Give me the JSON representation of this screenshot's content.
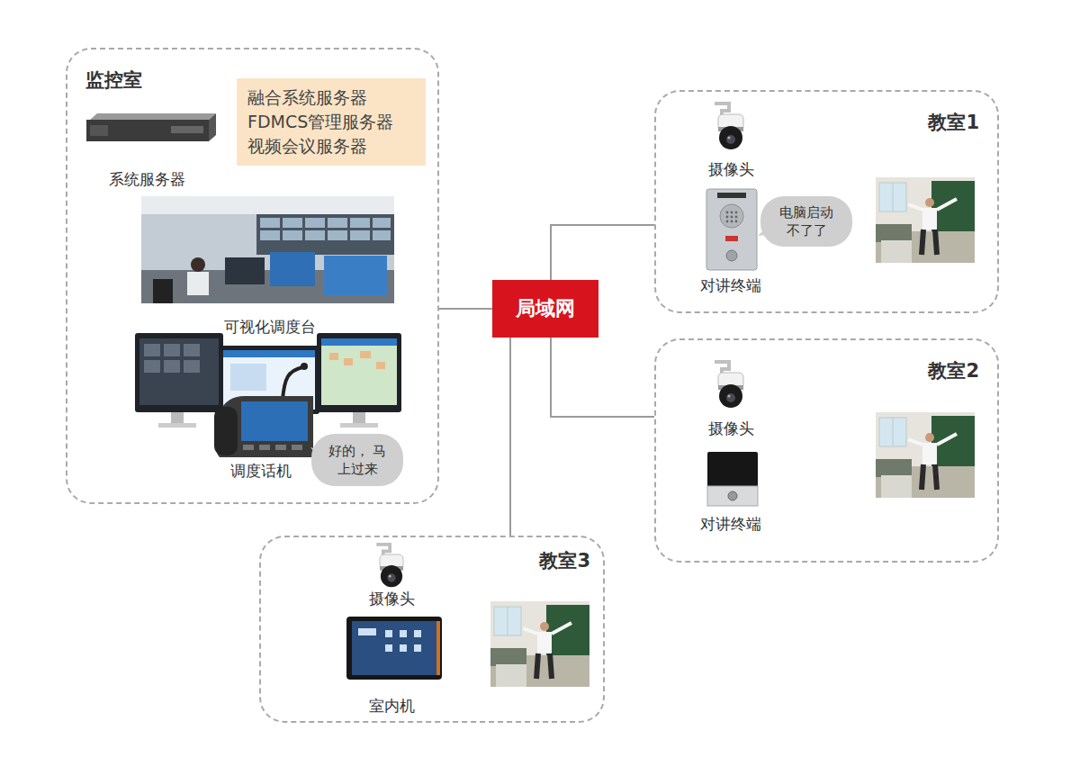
{
  "diagram": {
    "nodes": [
      {
        "text": [
          "监控室"
        ]
      },
      {
        "text": [
          "融合系统服务器",
          "FDMCS管理服务器",
          "视频会议服务器"
        ],
        "in": 0
      },
      {
        "text": [
          "好的， 马上过来"
        ],
        "in": 0
      },
      {
        "text": [
          "局域网"
        ]
      },
      {
        "text": [
          "教室1"
        ]
      },
      {
        "text": [
          "电脑启动 不了了"
        ],
        "in": 4
      },
      {
        "text": [
          "教室2"
        ]
      },
      {
        "text": [
          "教室3"
        ]
      }
    ],
    "edges": [
      {
        "from": 3,
        "to": 0,
        "arrow": "none"
      },
      {
        "from": 3,
        "to": 4,
        "arrow": "none"
      },
      {
        "from": 3,
        "to": 6,
        "arrow": "none"
      },
      {
        "from": 3,
        "to": 7,
        "arrow": "none"
      }
    ],
    "labels": [
      "系统服务器",
      "可视化调度台",
      "调度话机",
      "摄像头",
      "对讲终端",
      "摄像头",
      "对讲终端",
      "摄像头",
      "室内机"
    ]
  }
}
